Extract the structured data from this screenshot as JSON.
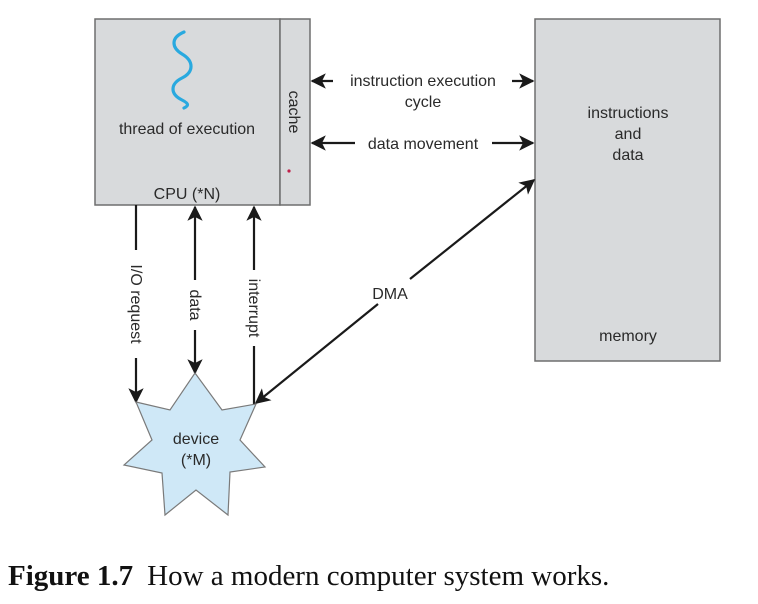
{
  "diagram": {
    "cpu": {
      "thread_label": "thread of execution",
      "name": "CPU (*N)",
      "cache_label": "cache"
    },
    "memory": {
      "content_lines": [
        "instructions",
        "and",
        "data"
      ],
      "name": "memory"
    },
    "device": {
      "lines": [
        "device",
        "(*M)"
      ]
    },
    "connections": {
      "instruction_cycle_line1": "instruction execution",
      "instruction_cycle_line2": "cycle",
      "data_movement": "data movement",
      "io_request": "I/O request",
      "data": "data",
      "interrupt": "interrupt",
      "dma": "DMA"
    },
    "colors": {
      "box_fill": "#d8dadc",
      "box_stroke": "#6e6e6e",
      "device_fill": "#cfe8f7",
      "thread_wave": "#29a9df",
      "arrow": "#1a1a1a"
    }
  },
  "caption": {
    "label": "Figure 1.7",
    "text": "How a modern computer system works."
  }
}
